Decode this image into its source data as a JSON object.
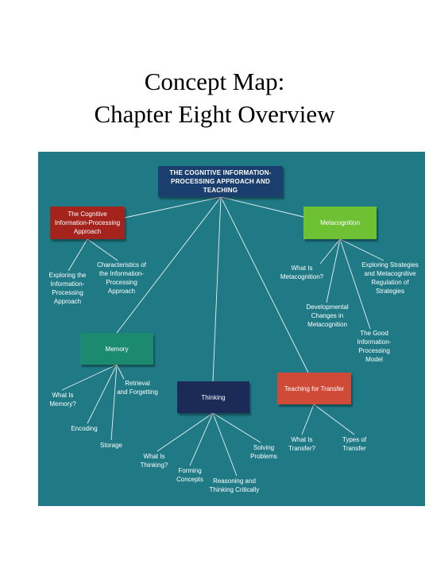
{
  "title": {
    "line1": "Concept Map:",
    "line2": "Chapter Eight Overview"
  },
  "colors": {
    "background": "#1f7a86",
    "root": "#1a3f6e",
    "red": "#a4231c",
    "green": "#6ec133",
    "teal": "#1b8a6f",
    "navy": "#1c2a57",
    "coral": "#cf4b38",
    "line": "#e8f1f2"
  },
  "map": {
    "root": "THE COGNITIVE INFORMATION-PROCESSING APPROACH AND TEACHING",
    "cognitive": "The Cognitive Information-Processing Approach",
    "metacognition": "Metacognition",
    "memory": "Memory",
    "thinking": "Thinking",
    "transfer": "Teaching for Transfer",
    "leaves": {
      "exploring_approach": "Exploring the\nInformation-\nProcessing\nApproach",
      "characteristics": "Characteristics of\nthe Information-\nProcessing\nApproach",
      "what_is_meta": "What Is\nMetacognition?",
      "exploring_strategies": "Exploring Strategies\nand Metacognitive\nRegulation of\nStrategies",
      "developmental": "Developmental\nChanges in\nMetacognition",
      "good_model": "The Good\nInformation-\nProcessing\nModel",
      "what_is_memory": "What Is\nMemory?",
      "retrieval": "Retrieval\nand Forgetting",
      "encoding": "Encoding",
      "storage": "Storage",
      "what_is_thinking": "What Is\nThinking?",
      "forming": "Forming\nConcepts",
      "reasoning": "Reasoning and\nThinking Critically",
      "solving": "Solving\nProblems",
      "what_is_transfer": "What Is\nTransfer?",
      "types_transfer": "Types of\nTransfer"
    }
  }
}
